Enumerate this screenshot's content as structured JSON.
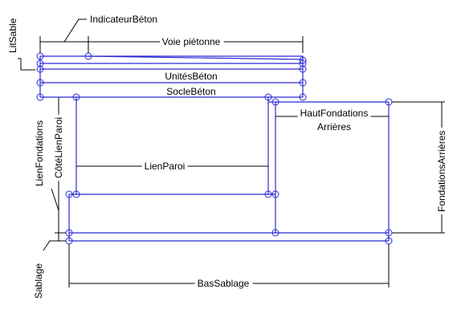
{
  "labels": {
    "indicateur_beton": "IndicateurBéton",
    "lit_sable": "LitSable",
    "voie_pietonne": "Voie piétonne",
    "unites_beton": "UnitésBéton",
    "socle_beton": "SocleBéton",
    "lien_fondations": "LienFondations",
    "cote_lien_paroi": "CôtéLienParoi",
    "haut_fondations_line1": "HautFondations",
    "haut_fondations_line2": "Arrières",
    "lien_paroi": "LienParoi",
    "fondations_arrieres": "FondationsArrières",
    "sablage": "Sablage",
    "bas_sablage": "BasSablage"
  },
  "colors": {
    "outline": "#2b2bd6",
    "dimension": "#000000",
    "background": "#ffffff"
  }
}
